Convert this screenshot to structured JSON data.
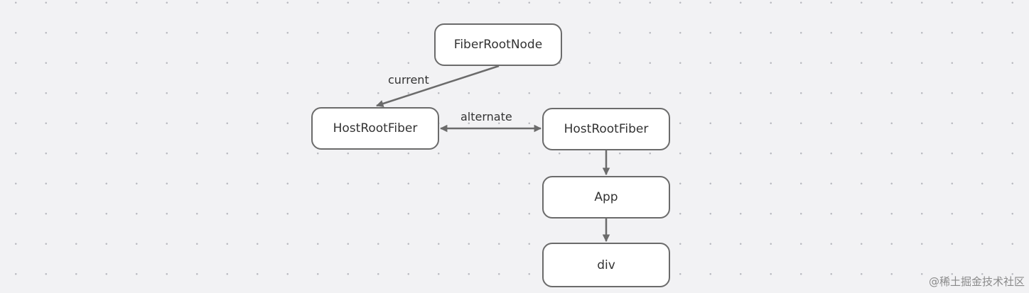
{
  "diagram": {
    "nodes": {
      "fiber_root_node": "FiberRootNode",
      "host_root_fiber_current": "HostRootFiber",
      "host_root_fiber_alternate": "HostRootFiber",
      "app": "App",
      "div": "div"
    },
    "edges": {
      "current_label": "current",
      "alternate_label": "alternate"
    }
  },
  "watermark": "@稀土掘金技术社区",
  "colors": {
    "background": "#f2f2f4",
    "node_border": "#6b6b6b",
    "arrow": "#6b6b6b",
    "text": "#333333"
  }
}
